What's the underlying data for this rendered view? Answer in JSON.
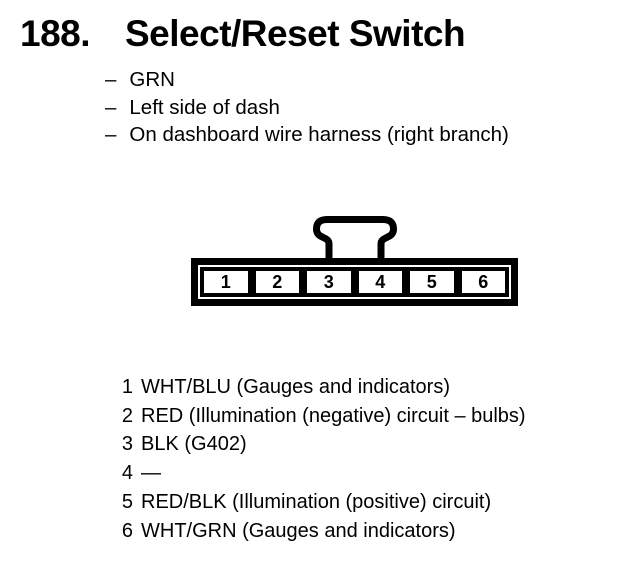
{
  "header": {
    "number": "188.",
    "title": "Select/Reset Switch"
  },
  "details": {
    "bullet_char": "–",
    "items": [
      "GRN",
      "Left side of dash",
      "On dashboard wire harness (right branch)"
    ]
  },
  "connector": {
    "pins": [
      "1",
      "2",
      "3",
      "4",
      "5",
      "6"
    ]
  },
  "pin_list": [
    {
      "pin": "1",
      "desc": "WHT/BLU (Gauges and indicators)"
    },
    {
      "pin": "2",
      "desc": "RED (Illumination (negative) circuit – bulbs)"
    },
    {
      "pin": "3",
      "desc": "BLK (G402)"
    },
    {
      "pin": "4",
      "desc": "—"
    },
    {
      "pin": "5",
      "desc": "RED/BLK (Illumination (positive) circuit)"
    },
    {
      "pin": "6",
      "desc": "WHT/GRN (Gauges and indicators)"
    }
  ],
  "colors": {
    "ink": "#000000",
    "paper": "#ffffff"
  }
}
